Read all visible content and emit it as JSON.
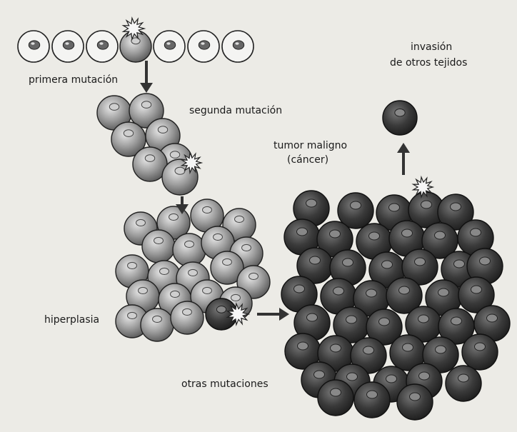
{
  "labels": {
    "primera": "primera mutación",
    "segunda": "segunda mutación",
    "invasion_line1": "invasión",
    "invasion_line2": "de otros tejidos",
    "tumor_line1": "tumor maligno",
    "tumor_line2": "(cáncer)",
    "hiperplasia": "hiperplasia",
    "otras": "otras mutaciones"
  },
  "colors": {
    "normal_cell": "#f4f4f2",
    "mutated_cell": "#9a9a9a",
    "cancer_cell": "#3a3a3a",
    "arrow": "#333333"
  }
}
